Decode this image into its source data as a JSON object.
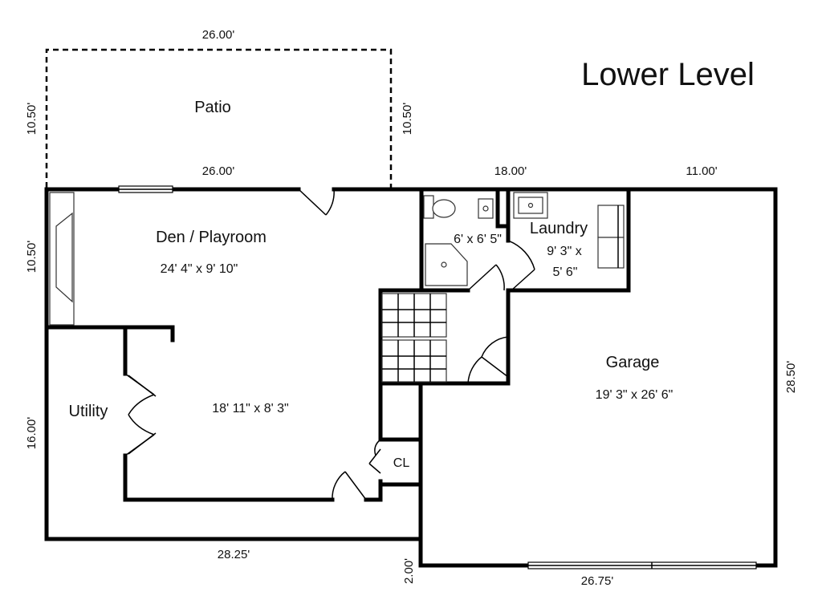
{
  "title": "Lower Level",
  "rooms": {
    "patio": {
      "name": "Patio"
    },
    "den": {
      "name": "Den / Playroom",
      "size": "24' 4\" x 9' 10\""
    },
    "rec": {
      "size": "18' 11\" x 8' 3\""
    },
    "utility": {
      "name": "Utility"
    },
    "bath": {
      "size": "6' x 6' 5\""
    },
    "laundry": {
      "name": "Laundry",
      "size_line1": "9' 3\" x",
      "size_line2": "5' 6\""
    },
    "garage": {
      "name": "Garage",
      "size": "19' 3\" x 26' 6\""
    },
    "closet": {
      "name": "CL"
    }
  },
  "dimensions": {
    "patio_top": "26.00'",
    "patio_left": "10.50'",
    "patio_right": "10.50'",
    "den_top": "26.00'",
    "bath_laundry_top": "18.00'",
    "garage_top": "11.00'",
    "den_left": "10.50'",
    "utility_left": "16.00'",
    "bottom_left": "28.25'",
    "bottom_step": "2.00'",
    "garage_bottom": "26.75'",
    "garage_right": "28.50'"
  }
}
